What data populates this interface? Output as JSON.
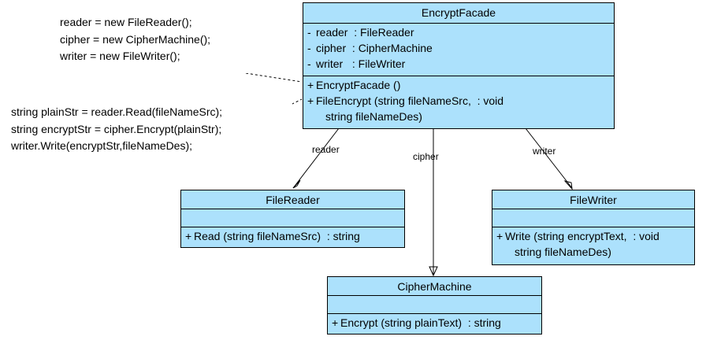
{
  "diagram": {
    "title": "EncryptFacade UML class diagram",
    "style": {
      "class_fill": "#ace1fc",
      "note_fill": "#ffffff",
      "line_color": "#000000",
      "background": "#ffffff"
    }
  },
  "classes": {
    "facade": {
      "name": "EncryptFacade",
      "attributes": [
        {
          "visibility": "-",
          "text": "reader  : FileReader"
        },
        {
          "visibility": "-",
          "text": "cipher  : CipherMachine"
        },
        {
          "visibility": "-",
          "text": "writer   : FileWriter"
        }
      ],
      "operations": [
        {
          "visibility": "+",
          "text": "EncryptFacade ()",
          "continuation": ""
        },
        {
          "visibility": "+",
          "text": "FileEncrypt (string fileNameSrc,  : void",
          "continuation": "string fileNameDes)"
        }
      ]
    },
    "filereader": {
      "name": "FileReader",
      "attributes": [],
      "operations": [
        {
          "visibility": "+",
          "text": "Read (string fileNameSrc)  : string",
          "continuation": ""
        }
      ]
    },
    "filewriter": {
      "name": "FileWriter",
      "attributes": [],
      "operations": [
        {
          "visibility": "+",
          "text": "Write (string encryptText,  : void",
          "continuation": "string fileNameDes)"
        }
      ]
    },
    "ciphermachine": {
      "name": "CipherMachine",
      "attributes": [],
      "operations": [
        {
          "visibility": "+",
          "text": "Encrypt (string plainText)  : string",
          "continuation": ""
        }
      ]
    }
  },
  "notes": {
    "constructor_note": {
      "lines": [
        "reader = new FileReader();",
        "cipher = new CipherMachine();",
        "writer = new FileWriter();"
      ]
    },
    "method_note": {
      "lines": [
        "string plainStr = reader.Read(fileNameSrc);",
        "string encryptStr = cipher.Encrypt(plainStr);",
        "writer.Write(encryptStr,fileNameDes);"
      ]
    }
  },
  "edges": {
    "reader_label": "reader",
    "cipher_label": "cipher",
    "writer_label": "writer"
  }
}
